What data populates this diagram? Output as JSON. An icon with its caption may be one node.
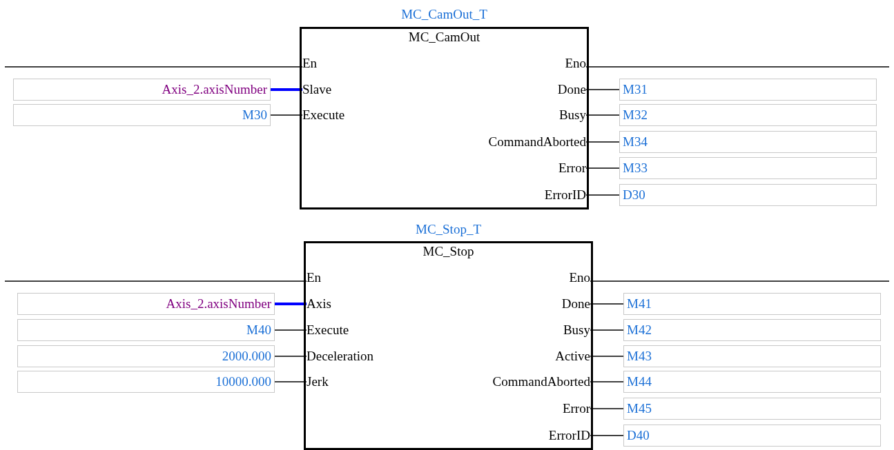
{
  "diagram": {
    "nodes": [
      {
        "text": [
          "MC_CamOut_T",
          "MC_CamOut"
        ]
      },
      {
        "text": [
          "En"
        ],
        "in": 0
      },
      {
        "text": [
          "Slave"
        ],
        "in": 0
      },
      {
        "text": [
          "Execute"
        ],
        "in": 0
      },
      {
        "text": [
          "Eno"
        ],
        "in": 0
      },
      {
        "text": [
          "Done"
        ],
        "in": 0
      },
      {
        "text": [
          "Busy"
        ],
        "in": 0
      },
      {
        "text": [
          "CommandAborted"
        ],
        "in": 0
      },
      {
        "text": [
          "Error"
        ],
        "in": 0
      },
      {
        "text": [
          "ErrorID"
        ],
        "in": 0
      },
      {
        "text": [
          "Axis_2.axisNumber"
        ]
      },
      {
        "text": [
          "M30"
        ]
      },
      {
        "text": [
          "M31"
        ]
      },
      {
        "text": [
          "M32"
        ]
      },
      {
        "text": [
          "M34"
        ]
      },
      {
        "text": [
          "M33"
        ]
      },
      {
        "text": [
          "D30"
        ]
      },
      {
        "text": [
          "MC_Stop_T",
          "MC_Stop"
        ]
      },
      {
        "text": [
          "En"
        ],
        "in": 17
      },
      {
        "text": [
          "Axis"
        ],
        "in": 17
      },
      {
        "text": [
          "Execute"
        ],
        "in": 17
      },
      {
        "text": [
          "Deceleration"
        ],
        "in": 17
      },
      {
        "text": [
          "Jerk"
        ],
        "in": 17
      },
      {
        "text": [
          "Eno"
        ],
        "in": 17
      },
      {
        "text": [
          "Done"
        ],
        "in": 17
      },
      {
        "text": [
          "Busy"
        ],
        "in": 17
      },
      {
        "text": [
          "Active"
        ],
        "in": 17
      },
      {
        "text": [
          "CommandAborted"
        ],
        "in": 17
      },
      {
        "text": [
          "Error"
        ],
        "in": 17
      },
      {
        "text": [
          "ErrorID"
        ],
        "in": 17
      },
      {
        "text": [
          "Axis_2.axisNumber"
        ]
      },
      {
        "text": [
          "M40"
        ]
      },
      {
        "text": [
          "2000.000"
        ]
      },
      {
        "text": [
          "10000.000"
        ]
      },
      {
        "text": [
          "M41"
        ]
      },
      {
        "text": [
          "M42"
        ]
      },
      {
        "text": [
          "M43"
        ]
      },
      {
        "text": [
          "M44"
        ]
      },
      {
        "text": [
          "M45"
        ]
      },
      {
        "text": [
          "D40"
        ]
      }
    ],
    "edges": [
      {
        "from": null,
        "to": 1,
        "arrow": "none"
      },
      {
        "from": 10,
        "to": 2,
        "arrow": "none",
        "style": "thick",
        "color": "#0000ff"
      },
      {
        "from": 11,
        "to": 3,
        "arrow": "none"
      },
      {
        "from": 4,
        "to": null,
        "arrow": "none"
      },
      {
        "from": 5,
        "to": 12,
        "arrow": "none"
      },
      {
        "from": 6,
        "to": 13,
        "arrow": "none"
      },
      {
        "from": 7,
        "to": 14,
        "arrow": "none"
      },
      {
        "from": 8,
        "to": 15,
        "arrow": "none"
      },
      {
        "from": 9,
        "to": 16,
        "arrow": "none"
      },
      {
        "from": null,
        "to": 18,
        "arrow": "none"
      },
      {
        "from": 30,
        "to": 19,
        "arrow": "none",
        "style": "thick",
        "color": "#0000ff"
      },
      {
        "from": 31,
        "to": 20,
        "arrow": "none"
      },
      {
        "from": 32,
        "to": 21,
        "arrow": "none"
      },
      {
        "from": 33,
        "to": 22,
        "arrow": "none"
      },
      {
        "from": 23,
        "to": null,
        "arrow": "none"
      },
      {
        "from": 24,
        "to": 34,
        "arrow": "none"
      },
      {
        "from": 25,
        "to": 35,
        "arrow": "none"
      },
      {
        "from": 26,
        "to": 36,
        "arrow": "none"
      },
      {
        "from": 27,
        "to": 37,
        "arrow": "none"
      },
      {
        "from": 28,
        "to": 38,
        "arrow": "none"
      },
      {
        "from": 29,
        "to": 39,
        "arrow": "none"
      }
    ]
  }
}
